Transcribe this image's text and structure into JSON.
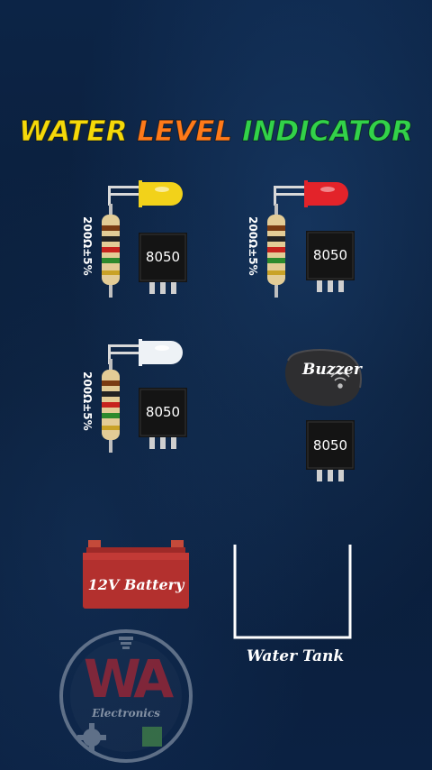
{
  "title": {
    "word1": "WATER",
    "word2": "LEVEL",
    "word3": "INDICATOR",
    "color1": "#f5d90a",
    "color2": "#ff7a1a",
    "color3": "#32d24a"
  },
  "resistor_label": "200Ω±5%",
  "transistor_label": "8050",
  "led_colors": {
    "yellow": "#f2d21a",
    "red": "#e3232a",
    "white": "#eef2f6"
  },
  "buzzer_label": "Buzzer",
  "battery_label": "12V Battery",
  "tank_label": "Water Tank",
  "watermark": {
    "letters": "WA",
    "subtext": "Electronics"
  }
}
